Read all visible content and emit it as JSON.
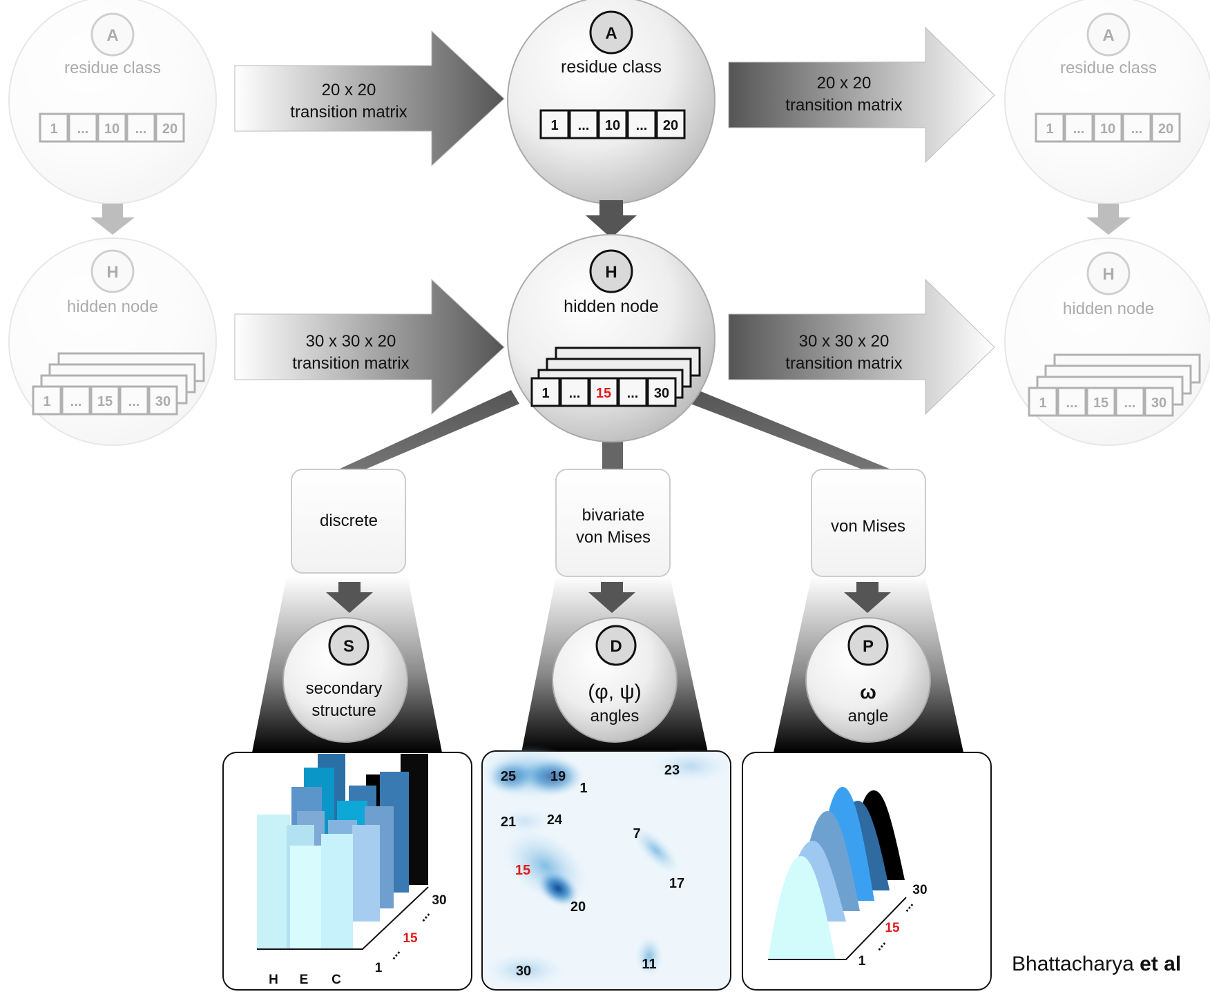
{
  "nodes": {
    "residue": {
      "letter": "A",
      "label": "residue class",
      "cells": [
        "1",
        "...",
        "10",
        "...",
        "20"
      ]
    },
    "hidden": {
      "letter": "H",
      "label": "hidden node",
      "cells": [
        "1",
        "...",
        "15",
        "...",
        "30"
      ]
    }
  },
  "transitions": {
    "residue_matrix": [
      "20 x 20",
      "transition matrix"
    ],
    "hidden_matrix": [
      "30 x 30 x 20",
      "transition matrix"
    ]
  },
  "emissions": {
    "discrete": [
      "discrete"
    ],
    "bivariate": [
      "bivariate",
      "von Mises"
    ],
    "vonmises": [
      "von Mises"
    ]
  },
  "observations": {
    "S": {
      "letter": "S",
      "lines": [
        "secondary",
        "structure"
      ]
    },
    "D": {
      "letter": "D",
      "lines": [
        "(φ, ψ)",
        "angles"
      ]
    },
    "P": {
      "letter": "P",
      "lines": [
        "ω",
        "angle"
      ]
    }
  },
  "bar_panel": {
    "categories": [
      "H",
      "E",
      "C"
    ],
    "depth_labels": [
      "1",
      "...",
      "15",
      "...",
      "30"
    ]
  },
  "scatter_panel": {
    "labels": [
      "25",
      "19",
      "1",
      "23",
      "21",
      "24",
      "7",
      "15",
      "17",
      "20",
      "30",
      "11"
    ]
  },
  "curve_panel": {
    "depth_labels": [
      "1",
      "...",
      "15",
      "...",
      "30"
    ]
  },
  "colors": {
    "highlight": "#e11a1a",
    "accent": "#1a8fd6"
  },
  "credit": {
    "authors": "Bhattacharya",
    "suffix": "et al"
  }
}
